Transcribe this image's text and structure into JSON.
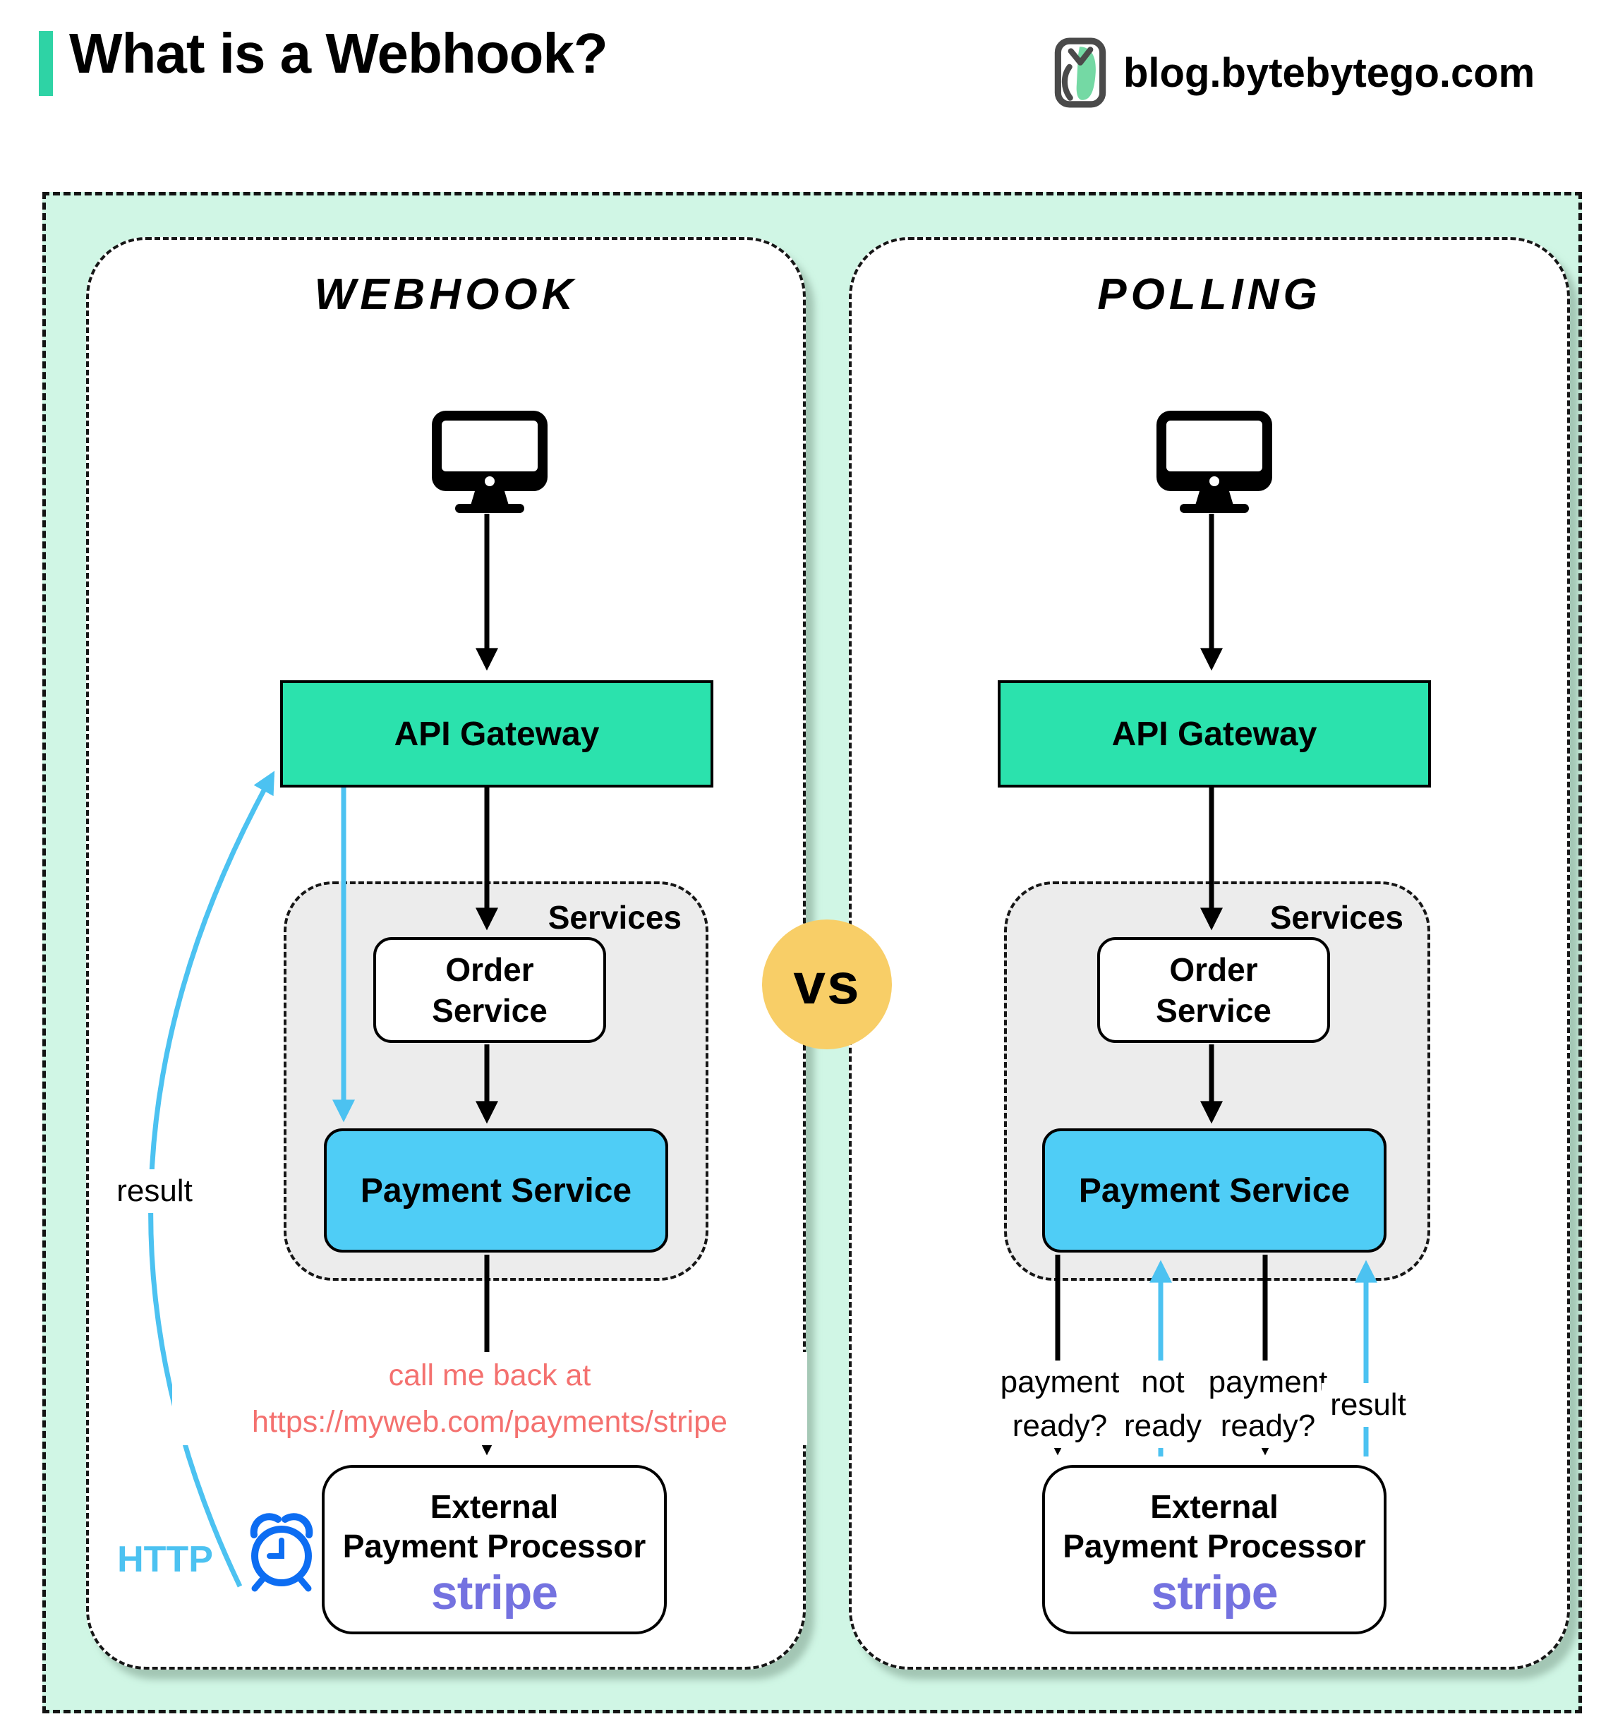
{
  "header": {
    "title": "What is a Webhook?",
    "site": "blog.bytebytego.com"
  },
  "vs_badge": "vs",
  "colors": {
    "accent-teal": "#2ED3A5",
    "mint-bg": "#D0F6E5",
    "gateway-teal": "#2BE2AD",
    "payment-blue": "#4FCDF6",
    "services-gray": "#ECECEC",
    "vs-yellow": "#F8CE67",
    "callback-salmon": "#F4716F",
    "arrow-blue": "#4CC2F1",
    "clock-blue": "#0D6DF2",
    "stripe-purple": "#7472E0",
    "logo-green": "#74D9A4"
  },
  "icons": {
    "brand": "bytebytego-logo",
    "client": "desktop-monitor",
    "webhook_timer": "alarm-clock"
  },
  "webhook_panel": {
    "title": "Webhook",
    "api_gateway": "API Gateway",
    "services_label": "Services",
    "order_service": "Order Service",
    "payment_service": "Payment Service",
    "callback_line1": "call me back at",
    "callback_line2": "https://myweb.com/payments/stripe",
    "external_line1": "External",
    "external_line2": "Payment Processor",
    "stripe_logo": "stripe",
    "result_label": "result",
    "http_label": "HTTP"
  },
  "polling_panel": {
    "title": "Polling",
    "api_gateway": "API Gateway",
    "services_label": "Services",
    "order_service": "Order Service",
    "payment_service": "Payment Service",
    "external_line1": "External",
    "external_line2": "Payment Processor",
    "stripe_logo": "stripe",
    "arrow_labels": {
      "request1": "payment ready?",
      "response1": "not ready",
      "request2": "payment ready?",
      "response2": "result"
    }
  }
}
